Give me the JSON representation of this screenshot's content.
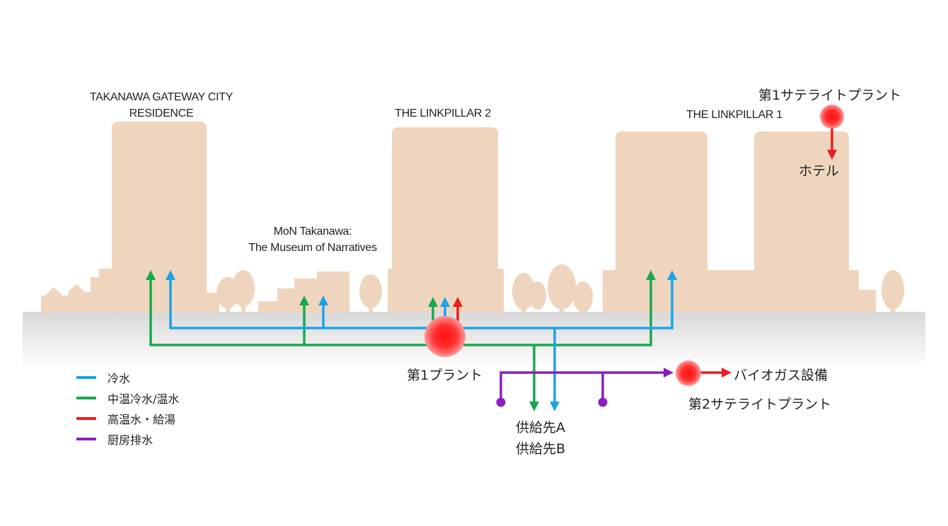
{
  "colors": {
    "building": "#efd5bd",
    "ground": "#e3e3e3",
    "cold_water": "#1aa3e8",
    "medium_temp_water": "#18a84f",
    "high_temp_water": "#ee1c1c",
    "kitchen_drain": "#8a1fc2",
    "plant": "#ff1a1a"
  },
  "buildings": {
    "residence": {
      "line1": "TAKANAWA GATEWAY CITY",
      "line2": "RESIDENCE"
    },
    "museum": {
      "line1": "MoN Takanawa:",
      "line2": "The Museum of Narratives"
    },
    "linkpillar2": {
      "name": "THE LINKPILLAR 2"
    },
    "linkpillar1": {
      "name": "THE LINKPILLAR 1"
    }
  },
  "plants": {
    "first_plant": "第1プラント",
    "first_satellite": "第1サテライトプラント",
    "second_satellite": "第2サテライトプラント",
    "hotel": "ホテル",
    "biogas": "バイオガス設備"
  },
  "supply": {
    "a": "供給先A",
    "b": "供給先B"
  },
  "legend": [
    {
      "label": "冷水",
      "color": "#1aa3e8"
    },
    {
      "label": "中温冷水/温水",
      "color": "#18a84f"
    },
    {
      "label": "高温水・給湯",
      "color": "#ee1c1c"
    },
    {
      "label": "厨房排水",
      "color": "#8a1fc2"
    }
  ]
}
